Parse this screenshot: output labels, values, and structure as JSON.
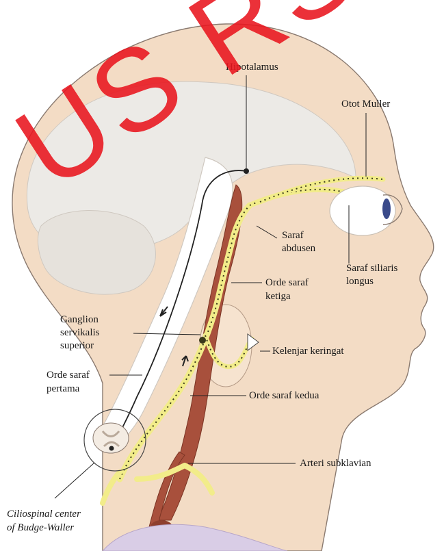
{
  "labels": {
    "hipotalamus": "Hipotalamus",
    "otot_muller": "Otot Muller",
    "saraf_abdusen_1": "Saraf",
    "saraf_abdusen_2": "abdusen",
    "saraf_siliaris_1": "Saraf siliaris",
    "saraf_siliaris_2": "longus",
    "orde_ketiga_1": "Orde saraf",
    "orde_ketiga_2": "ketiga",
    "ganglion_1": "Ganglion",
    "ganglion_2": "servikalis",
    "ganglion_3": "superior",
    "kelenjar": "Kelenjar keringat",
    "orde_pertama_1": "Orde saraf",
    "orde_pertama_2": "pertama",
    "orde_kedua": "Orde saraf kedua",
    "arteri": "Arteri subklavian",
    "ciliospinal_1": "Ciliospinal center",
    "ciliospinal_2": "of Budge-Waller"
  },
  "watermark": "US RS CI",
  "colors": {
    "skin": "#f3dcc5",
    "skin_outline": "#8a7a70",
    "brain": "#eceae6",
    "artery": "#a8503c",
    "nerve": "#f2ec8a",
    "watermark": "#e8141e",
    "leader": "#222222"
  }
}
